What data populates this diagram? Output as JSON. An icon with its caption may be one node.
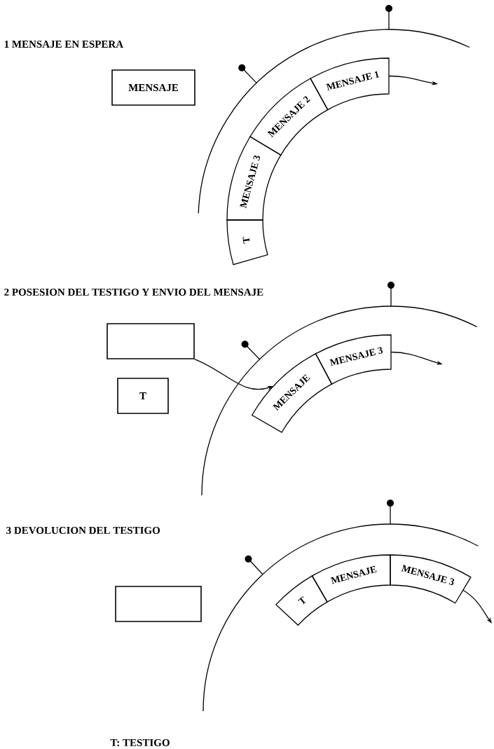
{
  "diagram": {
    "nodes": [
      {
        "text": [
          "MENSAJE"
        ]
      },
      {
        "text": [
          "T"
        ]
      },
      {
        "text": [
          "MENSAJE 3"
        ]
      },
      {
        "text": [
          "MENSAJE 2"
        ]
      },
      {
        "text": [
          "MENSAJE 1"
        ]
      },
      {
        "text": [],
        "shape": "box"
      },
      {
        "text": [
          "T"
        ]
      },
      {
        "text": [
          "MENSAJE"
        ]
      },
      {
        "text": [
          "MENSAJE 3"
        ]
      },
      {
        "text": [],
        "shape": "box"
      },
      {
        "text": [
          "T"
        ]
      },
      {
        "text": [
          "MENSAJE"
        ]
      },
      {
        "text": [
          "MENSAJE 3"
        ]
      }
    ],
    "edges": [
      {
        "from": 4,
        "to": null,
        "arrow": "to"
      },
      {
        "from": 5,
        "to": 7,
        "arrow": "to"
      },
      {
        "from": 8,
        "to": null,
        "arrow": "to"
      },
      {
        "from": 12,
        "to": null,
        "arrow": "to"
      }
    ],
    "labels": [
      "1 MENSAJE EN ESPERA",
      "2 POSESION DEL TESTIGO Y ENVIO DEL MENSAJE",
      "3 DEVOLUCION DEL TESTIGO",
      "T: TESTIGO"
    ]
  }
}
